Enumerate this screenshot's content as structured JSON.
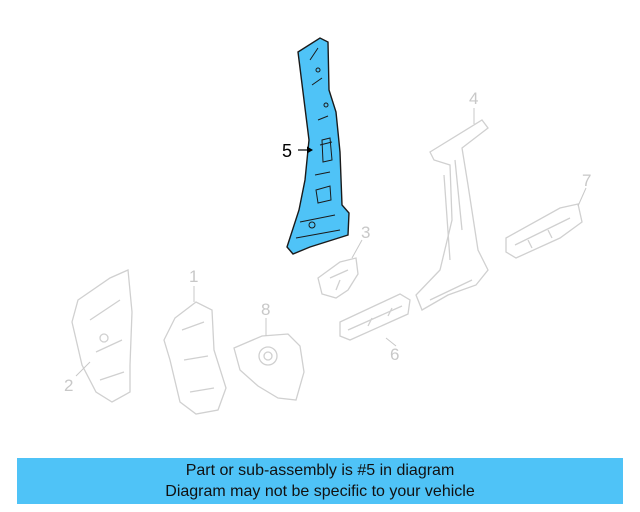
{
  "callouts": {
    "c1": "1",
    "c2": "2",
    "c3": "3",
    "c4": "4",
    "c5": "5",
    "c6": "6",
    "c7": "7",
    "c8": "8"
  },
  "highlight_color": "#4fc3f7",
  "ghost_color": "#d0d0d0",
  "banner": {
    "line1": "Part or sub-assembly is #5 in diagram",
    "line2": "Diagram may not be specific to your vehicle"
  }
}
